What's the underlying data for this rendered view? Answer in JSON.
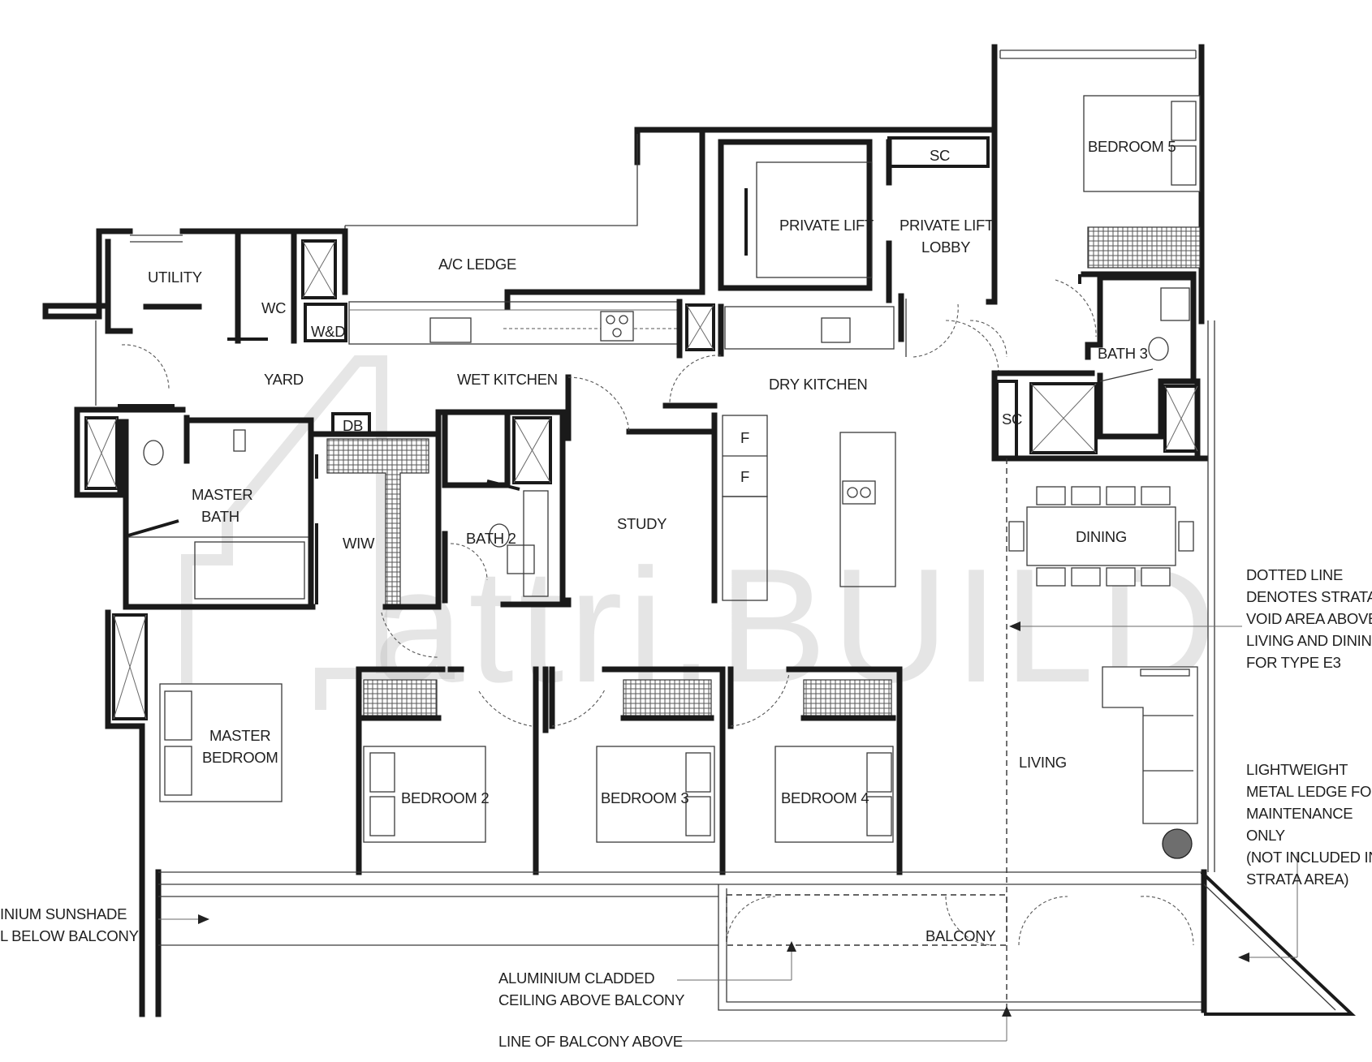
{
  "rooms": {
    "utility": "UTILITY",
    "wc": "WC",
    "wd": "W&D",
    "ac_ledge": "A/C LEDGE",
    "private_lift": "PRIVATE LIFT",
    "sc_top": "SC",
    "private_lift_lobby_1": "PRIVATE LIFT",
    "private_lift_lobby_2": "LOBBY",
    "bedroom5": "BEDROOM 5",
    "yard": "YARD",
    "wet_kitchen": "WET KITCHEN",
    "dry_kitchen": "DRY KITCHEN",
    "bath3": "BATH 3",
    "sc_right": "SC",
    "db": "DB",
    "master_bath_1": "MASTER",
    "master_bath_2": "BATH",
    "wiw": "WIW",
    "bath2": "BATH 2",
    "study": "STUDY",
    "fridge_1": "F",
    "fridge_2": "F",
    "dining": "DINING",
    "master_bedroom_1": "MASTER",
    "master_bedroom_2": "BEDROOM",
    "bedroom2": "BEDROOM 2",
    "bedroom3": "BEDROOM 3",
    "bedroom4": "BEDROOM 4",
    "living": "LIVING",
    "balcony": "BALCONY"
  },
  "annotations": {
    "strata_void": [
      "DOTTED LINE",
      "DENOTES STRATA",
      "VOID AREA ABOVE",
      "LIVING AND DINING",
      "FOR TYPE E3"
    ],
    "metal_ledge": [
      "LIGHTWEIGHT",
      "METAL LEDGE FOR",
      "MAINTENANCE",
      "ONLY",
      "(NOT INCLUDED IN",
      "STRATA AREA)"
    ],
    "sunshade": [
      "INIUM SUNSHADE",
      "L BELOW BALCONY"
    ],
    "cladded_ceiling": [
      "ALUMINIUM CLADDED",
      "CEILING ABOVE BALCONY"
    ],
    "balcony_line": "LINE OF BALCONY ABOVE"
  },
  "watermark": "attri.BUILD",
  "colors": {
    "wall": "#1a1a1a",
    "line": "#3a3a3a",
    "watermark": "#bcbcbc"
  }
}
